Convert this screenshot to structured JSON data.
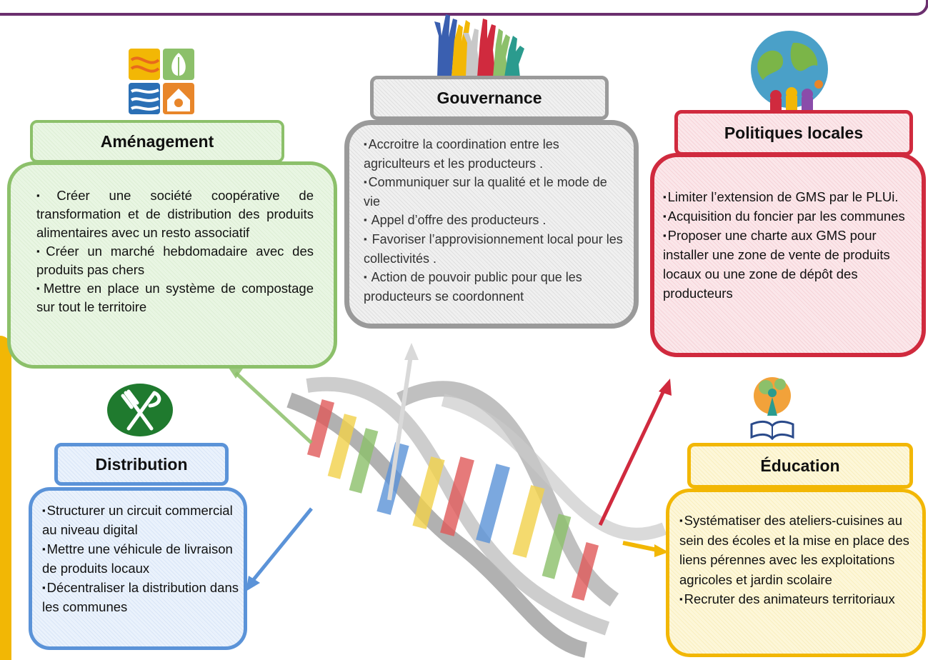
{
  "colors": {
    "amenagement": "#8cc06a",
    "gouvernance": "#8a8a8a",
    "politiques": "#d02a3e",
    "distribution": "#5b93d8",
    "education": "#f2b705",
    "frame": "#6b2f6e"
  },
  "amenagement": {
    "title": "Aménagement",
    "items": [
      "Créer une société coopérative de transformation et de distribution des produits alimentaires avec un resto associatif",
      "Créer un marché hebdomadaire avec des produits pas chers",
      "Mettre en place un système de compostage sur  tout le territoire"
    ],
    "icon": "landscape-tiles-icon"
  },
  "gouvernance": {
    "title": "Gouvernance",
    "items": [
      "Accroitre la coordination entre les agriculteurs et les producteurs .",
      "Communiquer sur la qualité et le mode de vie",
      " Appel d’offre des producteurs .",
      " Favoriser l’approvisionnement local pour les collectivités .",
      " Action de pouvoir public pour que les producteurs se coordonnent"
    ],
    "icon": "raised-hands-icon"
  },
  "politiques": {
    "title": "Politiques locales",
    "items": [
      "Limiter l’extension de GMS par le PLUi.",
      "Acquisition du foncier par les communes",
      "Proposer une charte aux GMS pour installer une zone de vente de produits locaux ou une zone de dépôt des producteurs"
    ],
    "icon": "globe-people-icon"
  },
  "distribution": {
    "title": "Distribution",
    "items": [
      "Structurer un circuit commercial au niveau digital",
      "Mettre  une véhicule de livraison de produits locaux",
      "Décentraliser la distribution dans les communes"
    ],
    "icon": "fork-knife-icon"
  },
  "education": {
    "title": "Éducation",
    "items": [
      "Systématiser des ateliers-cuisines au sein des écoles et la mise en place des liens pérennes avec les exploitations agricoles et jardin scolaire",
      "Recruter des animateurs territoriaux"
    ],
    "icon": "open-book-tree-icon"
  }
}
